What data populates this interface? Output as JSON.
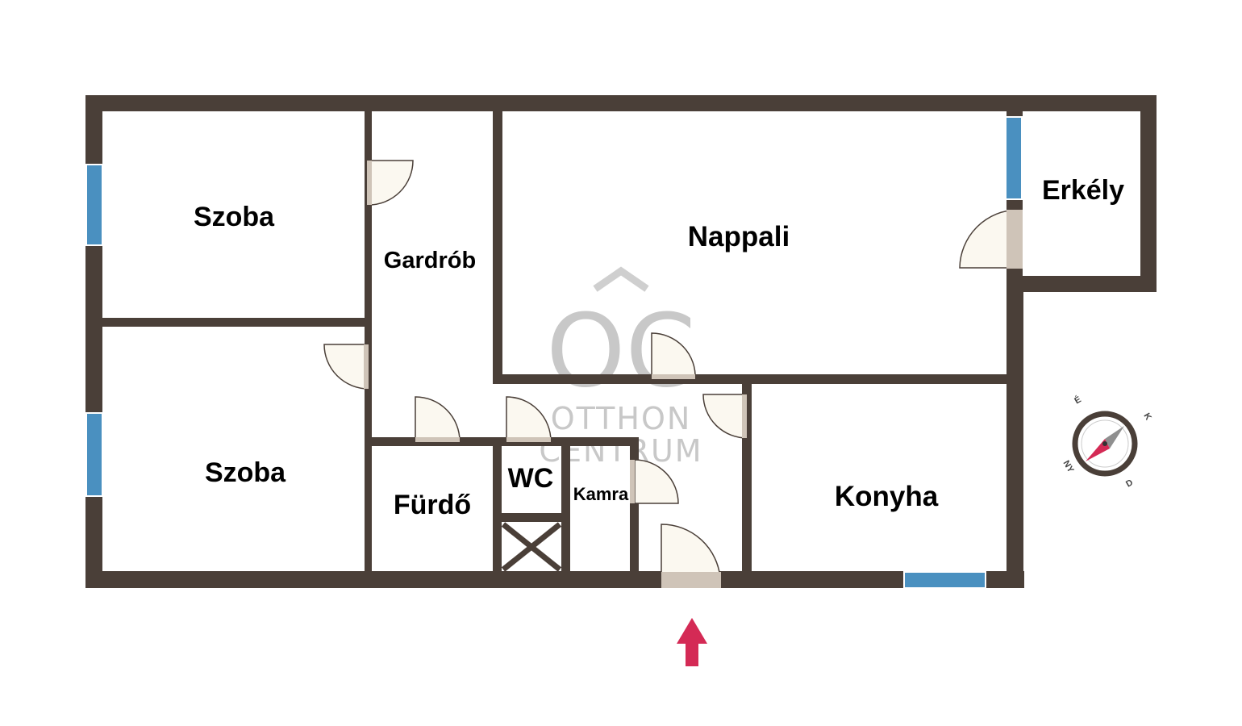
{
  "floorplan": {
    "rooms": [
      {
        "id": "szoba-1",
        "label": "Szoba"
      },
      {
        "id": "szoba-2",
        "label": "Szoba"
      },
      {
        "id": "gardrob",
        "label": "Gardrób"
      },
      {
        "id": "nappali",
        "label": "Nappali"
      },
      {
        "id": "erkely",
        "label": "Erkély"
      },
      {
        "id": "furdo",
        "label": "Fürdő"
      },
      {
        "id": "wc",
        "label": "WC"
      },
      {
        "id": "kamra",
        "label": "Kamra"
      },
      {
        "id": "konyha",
        "label": "Konyha"
      }
    ],
    "colors": {
      "wall": "#4a3f38",
      "window": "#4a90c0",
      "door_fill": "#fbf8f0",
      "door_panel": "#cfc4b8",
      "entrance_arrow": "#d42a55",
      "watermark": "#c8c8c8"
    }
  },
  "watermark": {
    "logo": "OC",
    "line1": "OTTHON",
    "line2": "CENTRUM"
  },
  "compass": {
    "letters": [
      "É",
      "K",
      "D",
      "NY"
    ]
  }
}
